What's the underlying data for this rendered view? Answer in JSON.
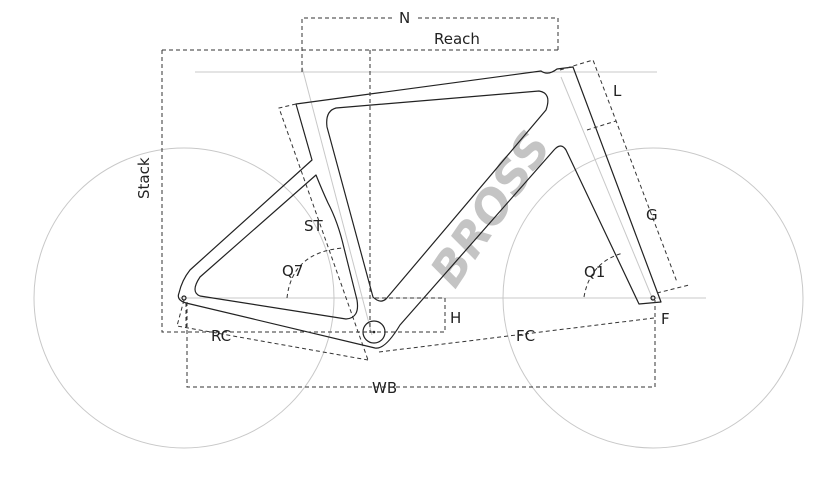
{
  "labels": {
    "n": "N",
    "reach": "Reach",
    "stack": "Stack",
    "st": "ST",
    "q7": "Q7",
    "h": "H",
    "rc": "RC",
    "fc": "FC",
    "wb": "WB",
    "q1": "Q1",
    "f": "F",
    "l": "L",
    "g": "G"
  },
  "logo": "BROSS",
  "colors": {
    "line": "#222222",
    "guide": "#c8c8c8",
    "logo": "#c4c4c4"
  }
}
